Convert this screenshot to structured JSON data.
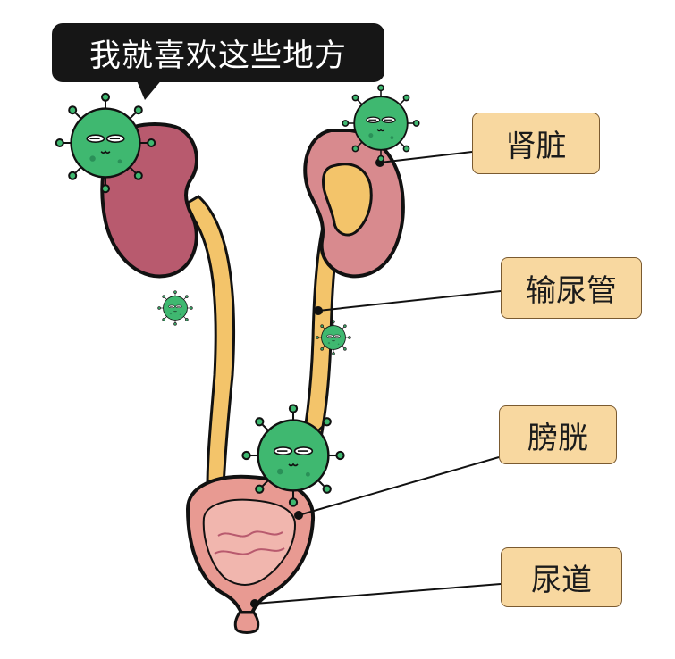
{
  "speech_bubble": {
    "text": "我就喜欢这些地方"
  },
  "labels": {
    "kidney": "肾脏",
    "ureter": "输尿管",
    "bladder": "膀胱",
    "urethra": "尿道"
  },
  "colors": {
    "kidney_fill": "#b85a6e",
    "kidney_right_fill": "#d88a8e",
    "ureter_fill": "#f3c46a",
    "bladder_fill": "#e89a92",
    "virus_fill": "#3fb870",
    "label_bg": "#f8d8a0",
    "bubble_bg": "#161616"
  }
}
